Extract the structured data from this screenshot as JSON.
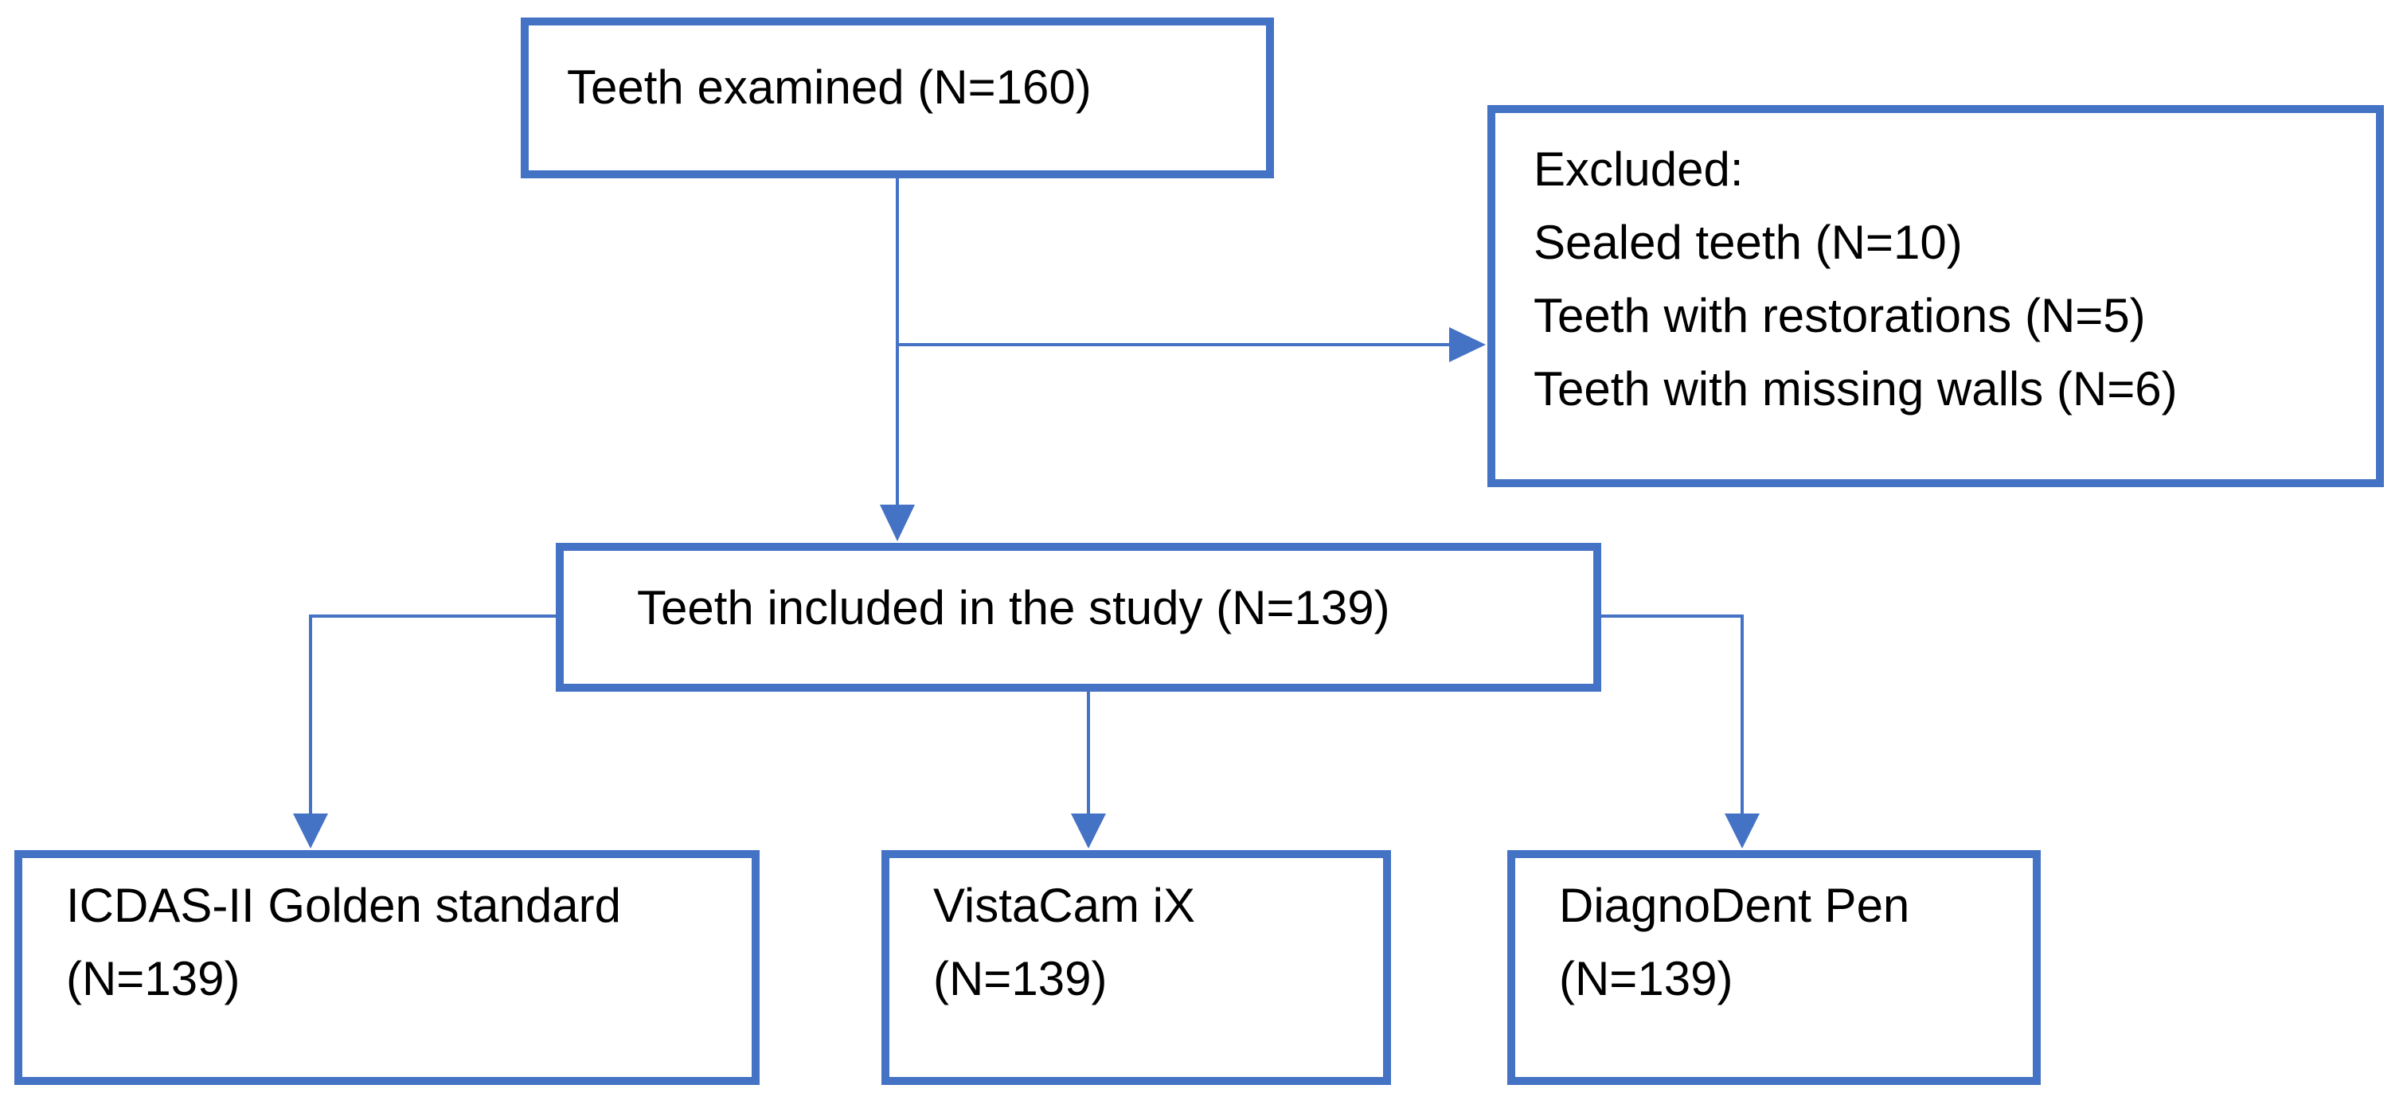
{
  "diagram": {
    "type": "flowchart",
    "accent_color": "#4472C4",
    "text_color": "#000000",
    "background_color": "#FFFFFF",
    "nodes": {
      "examined": {
        "label": "Teeth examined (N=160)"
      },
      "excluded": {
        "lines": [
          "Excluded:",
          "Sealed teeth (N=10)",
          "Teeth with restorations (N=5)",
          "Teeth with missing walls (N=6)"
        ]
      },
      "included": {
        "label": "Teeth included in the study (N=139)"
      },
      "icdas": {
        "lines": [
          "ICDAS-II Golden standard",
          "(N=139)"
        ]
      },
      "vistacam": {
        "lines": [
          "VistaCam iX",
          "(N=139)"
        ]
      },
      "diagnodent": {
        "lines": [
          "DiagnoDent Pen",
          "(N=139)"
        ]
      }
    },
    "edges": [
      {
        "from": "examined",
        "to": "included"
      },
      {
        "from": "examined",
        "to": "excluded"
      },
      {
        "from": "included",
        "to": "icdas"
      },
      {
        "from": "included",
        "to": "vistacam"
      },
      {
        "from": "included",
        "to": "diagnodent"
      }
    ]
  }
}
